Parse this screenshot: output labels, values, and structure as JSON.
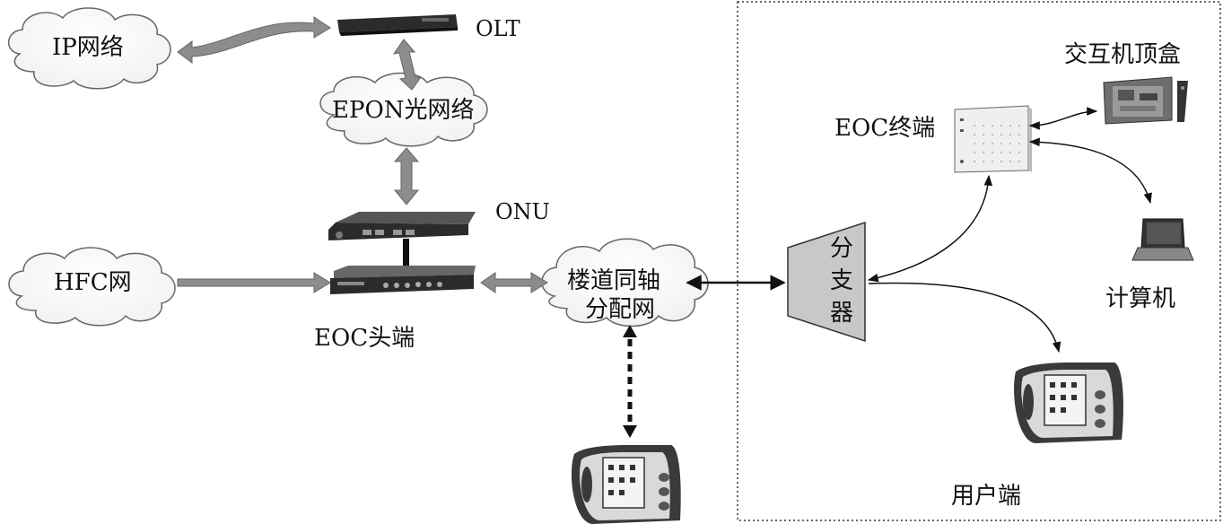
{
  "labels": {
    "ip_network": "IP网络",
    "olt": "OLT",
    "epon": "EPON光网络",
    "onu": "ONU",
    "hfc": "HFC网",
    "eoc_head": "EOC头端",
    "building_coax_line1": "楼道同轴",
    "building_coax_line2": "分配网",
    "splitter_1": "分",
    "splitter_2": "支",
    "splitter_3": "器",
    "eoc_terminal": "EOC终端",
    "stb": "交互机顶盒",
    "computer": "计算机",
    "user_side": "用户端"
  },
  "colors": {
    "cloud_fill": "#ffffff",
    "cloud_stroke": "#555555",
    "gray_arrow": "#8c8c8c",
    "black": "#111111",
    "device_dark": "#2b2b2b",
    "splitter_fill": "#c8c8c8"
  }
}
